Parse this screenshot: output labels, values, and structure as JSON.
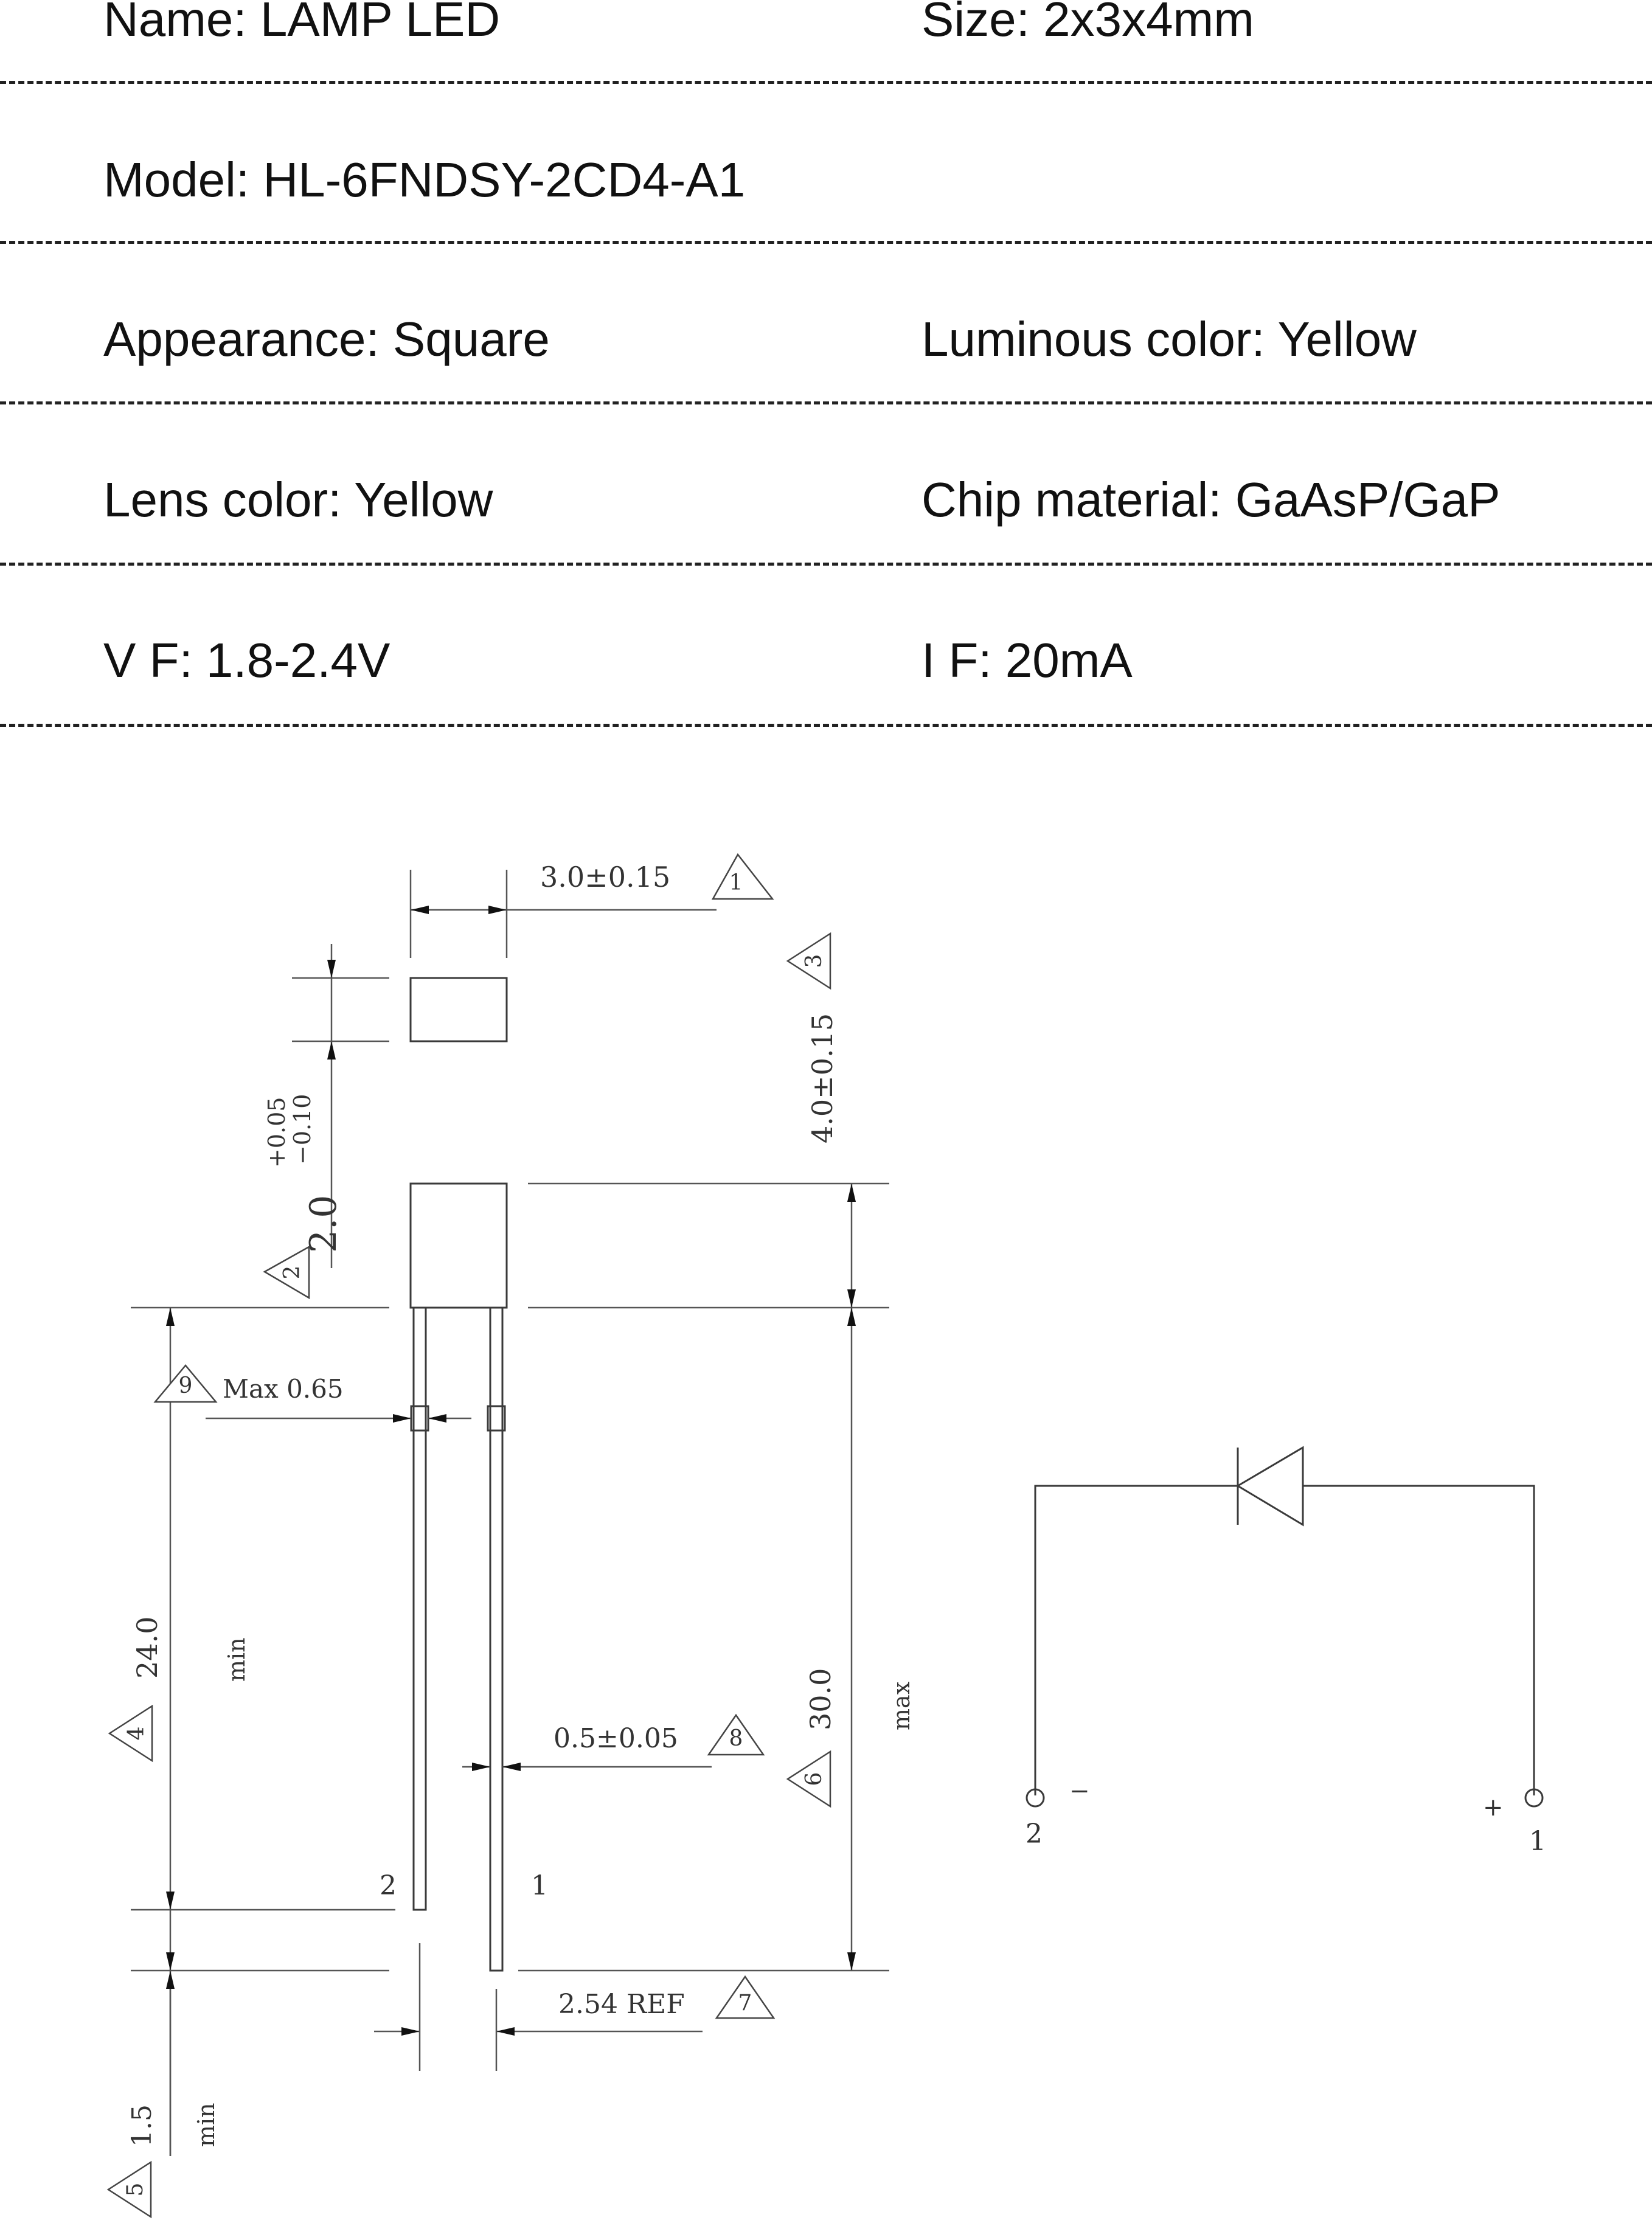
{
  "specs": {
    "name": "Name: LAMP LED",
    "size": "Size: 2x3x4mm",
    "model": "Model: HL-6FNDSY-2CD4-A1",
    "appearance": "Appearance: Square",
    "luminous_color": "Luminous color: Yellow",
    "lens_color": "Lens color: Yellow",
    "chip_material": "Chip material: GaAsP/GaP",
    "vf": "V F: 1.8-2.4V",
    "if": "I F: 20mA"
  },
  "dimensions": {
    "width": "3.0±0.15",
    "height": "4.0±0.15",
    "depth": "2.0",
    "depth_tol_plus": "+0.05",
    "depth_tol_minus": "−0.10",
    "lead_length": "24.0",
    "lead_length_note": "min",
    "total_length": "30.0",
    "total_length_note": "max",
    "max_lead_width": "Max 0.65",
    "lead_diameter": "0.5±0.05",
    "pitch": "2.54 REF",
    "standoff": "1.5",
    "standoff_note": "min"
  },
  "callouts": [
    "1",
    "2",
    "3",
    "4",
    "5",
    "6",
    "7",
    "8",
    "9"
  ],
  "pins": {
    "pin_2": "2",
    "pin_1": "1"
  },
  "schematic": {
    "pin_left": "2",
    "pin_right": "1",
    "minus": "−",
    "plus": "+"
  }
}
